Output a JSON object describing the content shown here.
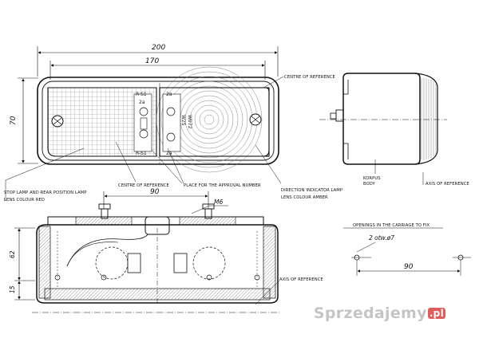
{
  "dims": {
    "width_overall": "200",
    "width_inner": "170",
    "height": "70",
    "spacing": "90",
    "thread": "M6",
    "depth": "62",
    "base": "15",
    "holes_spacing": "90",
    "holes_count": "2 otw.ø7"
  },
  "labels": {
    "centre_ref_top": "CENTRE OF REFERENCE",
    "centre_ref_front": "CENTRE OF REFERENCE",
    "approval": "PLACE FOR THE APPROVAL NUMBER",
    "stop_lamp_1": "STOP LAMP AND REAR POSITION LAMP",
    "stop_lamp_2": "LENS COLOUR RED",
    "direction_1": "DIRECTION INDICATOR LAMP",
    "direction_2": "LENS COLOUR AMBER",
    "korpus_1": "KORPUS",
    "korpus_2": "BODY",
    "axis_ref_side": "AXIS OF REFERENCE",
    "axis_ref_section": "AXIS OF REFERENCE",
    "openings": "OPENINGS IN THE CARRIAGE TO FIX"
  },
  "lens_marks": {
    "left_top": "R-S1",
    "left_mid": "2a",
    "left_bot": "R-S1",
    "right_top": "2a",
    "right_mid": "W072",
    "right_mid2": "W25",
    "right_bot": "2a"
  },
  "watermark": {
    "text": "Sprzedajemy",
    "suffix": ".pl"
  }
}
